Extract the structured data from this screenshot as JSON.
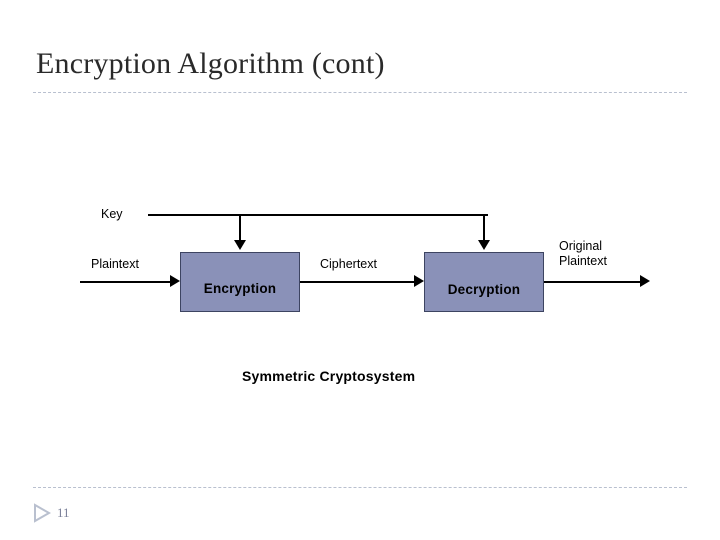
{
  "slide": {
    "title": "Encryption Algorithm (cont)",
    "number": "11"
  },
  "diagram": {
    "type": "block-flow",
    "caption": "Symmetric Cryptosystem",
    "blocks": [
      {
        "id": "encryption",
        "label": "Encryption"
      },
      {
        "id": "decryption",
        "label": "Decryption"
      }
    ],
    "labels": {
      "key": "Key",
      "plaintext": "Plaintext",
      "ciphertext": "Ciphertext",
      "original_plaintext": "Original\nPlaintext"
    }
  },
  "colors": {
    "block_fill": "#8a91b8",
    "block_border": "#3d4461",
    "rule": "#b9c0cf",
    "title_text": "#2a2a2a",
    "slide_number": "#7b8199"
  }
}
